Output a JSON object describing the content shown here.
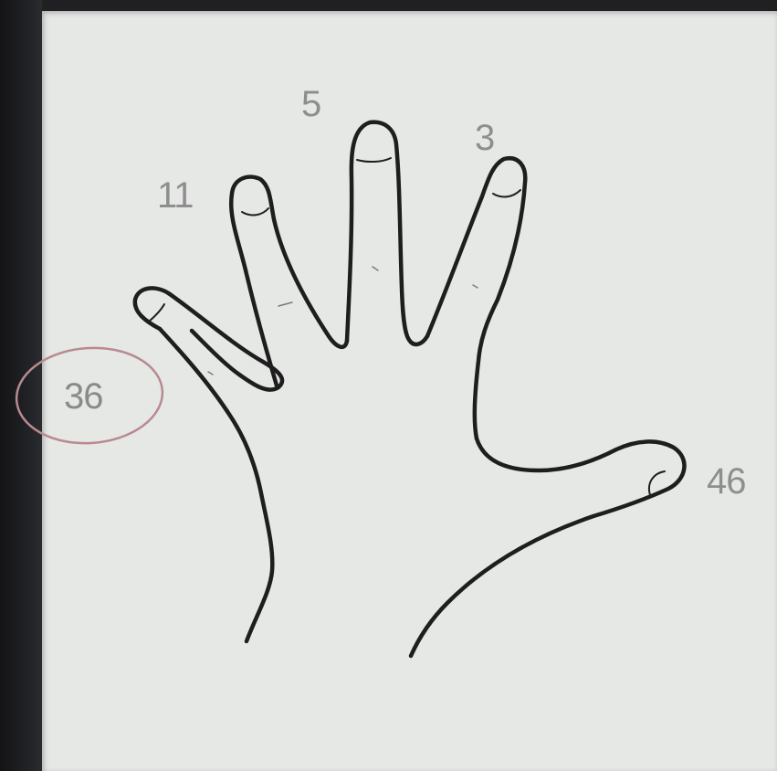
{
  "labels": {
    "thumb": "46",
    "index": "3",
    "middle": "5",
    "ring": "11",
    "little": "36"
  },
  "colors": {
    "paper": "#e6e8e6",
    "outline": "#1e1e1e",
    "label": "#8e8e8e",
    "circle": "#b98a90"
  },
  "circled_label": "little"
}
